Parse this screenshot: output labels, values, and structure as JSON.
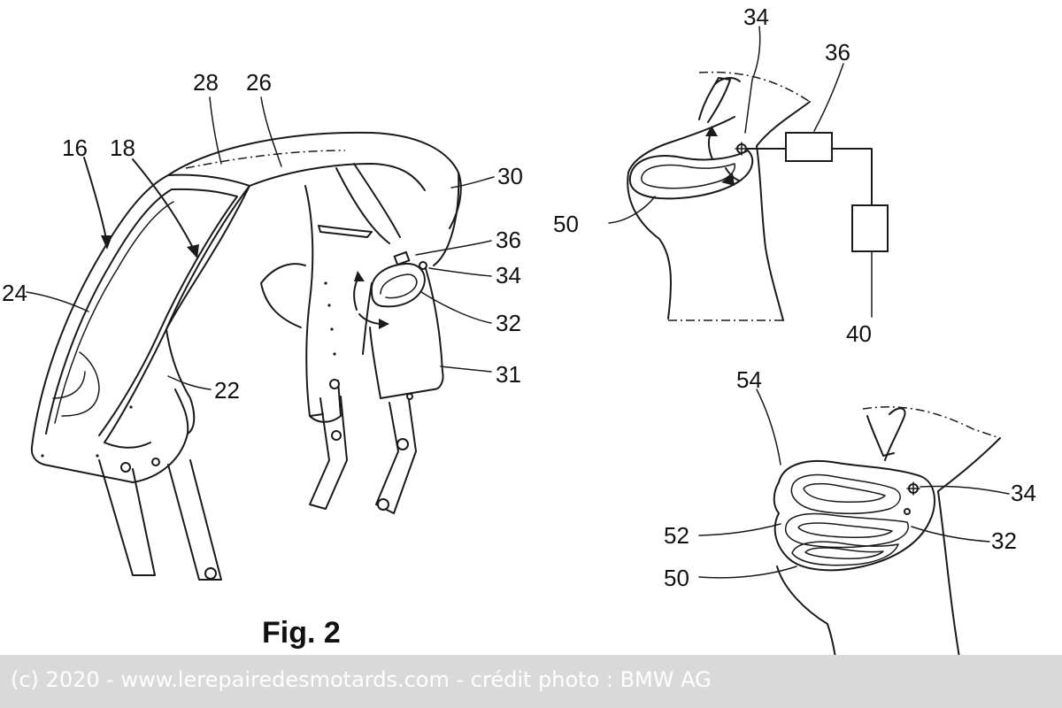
{
  "figure": {
    "caption": "Fig. 2",
    "labels_main": [
      "28",
      "26",
      "16",
      "18",
      "30",
      "36",
      "34",
      "24",
      "32",
      "22",
      "31"
    ],
    "labels_top": [
      "34",
      "36",
      "50",
      "40"
    ],
    "labels_bottom": [
      "54",
      "34",
      "52",
      "32",
      "50"
    ]
  },
  "credit": "(c) 2020 - www.lerepairedesmotards.com  - crédit photo : BMW AG"
}
